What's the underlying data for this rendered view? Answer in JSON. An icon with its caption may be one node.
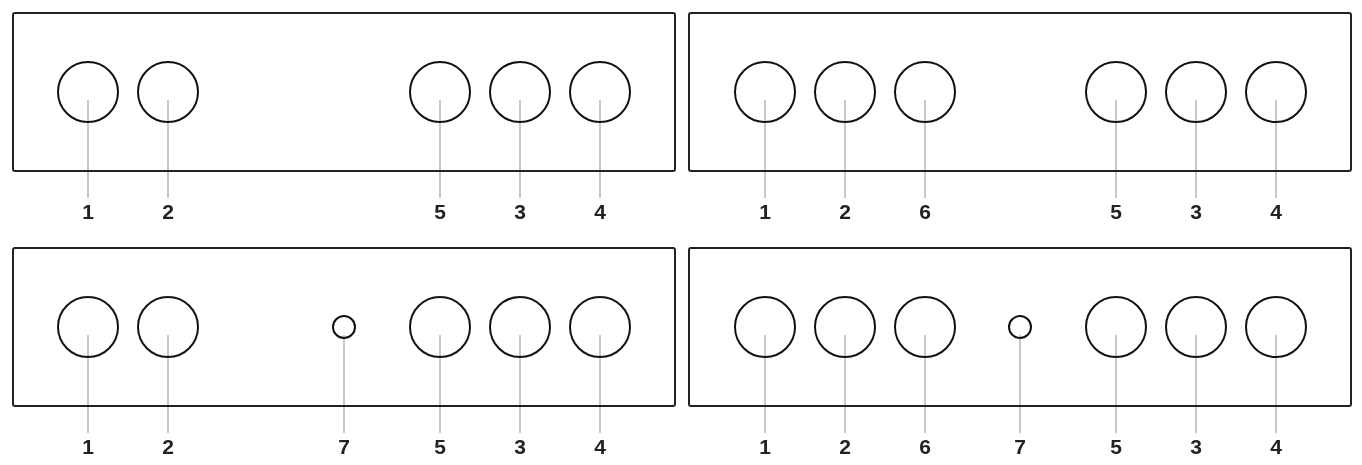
{
  "diagram": {
    "nodes": [
      {
        "text": [],
        "shape": "box"
      },
      {
        "text": [],
        "shape": "circle",
        "in": 0
      },
      {
        "text": [],
        "shape": "circle",
        "in": 0
      },
      {
        "text": [],
        "shape": "circle",
        "in": 0
      },
      {
        "text": [],
        "shape": "circle",
        "in": 0
      },
      {
        "text": [],
        "shape": "circle",
        "in": 0
      },
      {
        "text": [
          "1"
        ]
      },
      {
        "text": [
          "2"
        ]
      },
      {
        "text": [
          "5"
        ]
      },
      {
        "text": [
          "3"
        ]
      },
      {
        "text": [
          "4"
        ]
      },
      {
        "text": [],
        "shape": "box"
      },
      {
        "text": [],
        "shape": "circle",
        "in": 11
      },
      {
        "text": [],
        "shape": "circle",
        "in": 11
      },
      {
        "text": [],
        "shape": "circle",
        "in": 11
      },
      {
        "text": [],
        "shape": "circle",
        "in": 11
      },
      {
        "text": [],
        "shape": "circle",
        "in": 11
      },
      {
        "text": [],
        "shape": "circle",
        "in": 11
      },
      {
        "text": [
          "1"
        ]
      },
      {
        "text": [
          "2"
        ]
      },
      {
        "text": [
          "6"
        ]
      },
      {
        "text": [
          "5"
        ]
      },
      {
        "text": [
          "3"
        ]
      },
      {
        "text": [
          "4"
        ]
      },
      {
        "text": [],
        "shape": "box"
      },
      {
        "text": [],
        "shape": "circle",
        "in": 24
      },
      {
        "text": [],
        "shape": "circle",
        "in": 24
      },
      {
        "text": [],
        "shape": "circle",
        "in": 24
      },
      {
        "text": [],
        "shape": "circle",
        "in": 24
      },
      {
        "text": [],
        "shape": "circle",
        "in": 24
      },
      {
        "text": [],
        "shape": "circle",
        "in": 24
      },
      {
        "text": [
          "1"
        ]
      },
      {
        "text": [
          "2"
        ]
      },
      {
        "text": [
          "7"
        ]
      },
      {
        "text": [
          "5"
        ]
      },
      {
        "text": [
          "3"
        ]
      },
      {
        "text": [
          "4"
        ]
      },
      {
        "text": [],
        "shape": "box"
      },
      {
        "text": [],
        "shape": "circle",
        "in": 37
      },
      {
        "text": [],
        "shape": "circle",
        "in": 37
      },
      {
        "text": [],
        "shape": "circle",
        "in": 37
      },
      {
        "text": [],
        "shape": "circle",
        "in": 37
      },
      {
        "text": [],
        "shape": "circle",
        "in": 37
      },
      {
        "text": [],
        "shape": "circle",
        "in": 37
      },
      {
        "text": [],
        "shape": "circle",
        "in": 37
      },
      {
        "text": [
          "1"
        ]
      },
      {
        "text": [
          "2"
        ]
      },
      {
        "text": [
          "6"
        ]
      },
      {
        "text": [
          "7"
        ]
      },
      {
        "text": [
          "5"
        ]
      },
      {
        "text": [
          "3"
        ]
      },
      {
        "text": [
          "4"
        ]
      }
    ],
    "edges": [
      {
        "from": 6,
        "to": 1,
        "arrow": "none"
      },
      {
        "from": 7,
        "to": 2,
        "arrow": "none"
      },
      {
        "from": 8,
        "to": 3,
        "arrow": "none"
      },
      {
        "from": 9,
        "to": 4,
        "arrow": "none"
      },
      {
        "from": 10,
        "to": 5,
        "arrow": "none"
      },
      {
        "from": 18,
        "to": 12,
        "arrow": "none"
      },
      {
        "from": 19,
        "to": 13,
        "arrow": "none"
      },
      {
        "from": 20,
        "to": 14,
        "arrow": "none"
      },
      {
        "from": 21,
        "to": 15,
        "arrow": "none"
      },
      {
        "from": 22,
        "to": 16,
        "arrow": "none"
      },
      {
        "from": 23,
        "to": 17,
        "arrow": "none"
      },
      {
        "from": 31,
        "to": 25,
        "arrow": "none"
      },
      {
        "from": 32,
        "to": 26,
        "arrow": "none"
      },
      {
        "from": 33,
        "to": 27,
        "arrow": "none"
      },
      {
        "from": 34,
        "to": 28,
        "arrow": "none"
      },
      {
        "from": 35,
        "to": 29,
        "arrow": "none"
      },
      {
        "from": 36,
        "to": 30,
        "arrow": "none"
      },
      {
        "from": 45,
        "to": 38,
        "arrow": "none"
      },
      {
        "from": 46,
        "to": 39,
        "arrow": "none"
      },
      {
        "from": 47,
        "to": 40,
        "arrow": "none"
      },
      {
        "from": 48,
        "to": 41,
        "arrow": "none"
      },
      {
        "from": 49,
        "to": 42,
        "arrow": "none"
      },
      {
        "from": 50,
        "to": 43,
        "arrow": "none"
      },
      {
        "from": 51,
        "to": 44,
        "arrow": "none"
      }
    ]
  }
}
